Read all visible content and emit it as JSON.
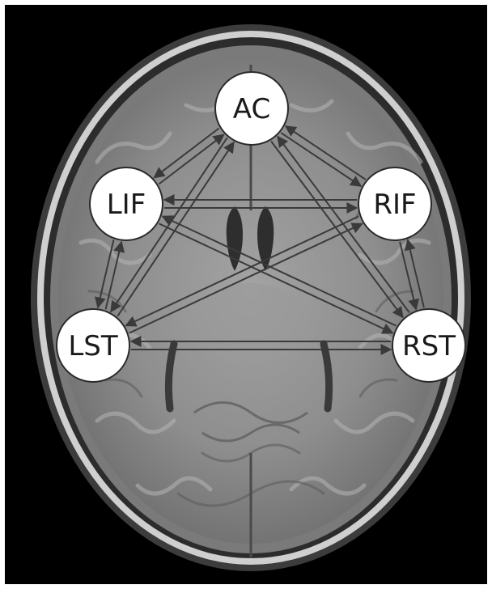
{
  "nodes": {
    "ac": "AC",
    "lif": "LIF",
    "rif": "RIF",
    "lst": "LST",
    "rst": "RST"
  },
  "colors": {
    "background": "#000000",
    "border": "#ffffff",
    "node_fill": "#ffffff",
    "node_stroke": "#2a2a2a",
    "arrow": "#3a3a3a",
    "brain_tissue": "#8f8f8f"
  },
  "edges": [
    [
      "ac",
      "lif"
    ],
    [
      "lif",
      "ac"
    ],
    [
      "ac",
      "rif"
    ],
    [
      "rif",
      "ac"
    ],
    [
      "lif",
      "rif"
    ],
    [
      "rif",
      "lif"
    ],
    [
      "lif",
      "lst"
    ],
    [
      "lst",
      "lif"
    ],
    [
      "rif",
      "rst"
    ],
    [
      "rst",
      "rif"
    ],
    [
      "lst",
      "rst"
    ],
    [
      "rst",
      "lst"
    ],
    [
      "ac",
      "lst"
    ],
    [
      "lst",
      "ac"
    ],
    [
      "ac",
      "rst"
    ],
    [
      "rst",
      "ac"
    ],
    [
      "lif",
      "rst"
    ],
    [
      "rst",
      "lif"
    ],
    [
      "rif",
      "lst"
    ],
    [
      "lst",
      "rif"
    ]
  ]
}
